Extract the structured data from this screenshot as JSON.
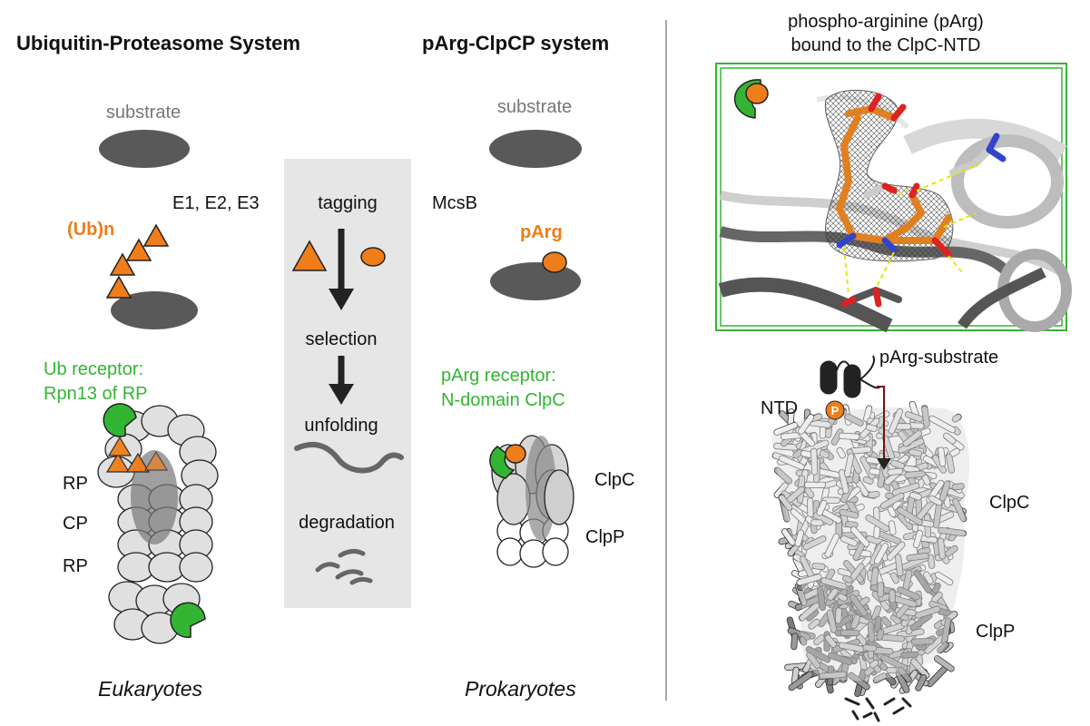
{
  "left": {
    "title_ups": "Ubiquitin-Proteasome System",
    "title_parg": "pArg-ClpCP system",
    "ups": {
      "substrate": "substrate",
      "enzymes": "E1, E2, E3",
      "tag": "(Ub)n",
      "receptor_line1": "Ub receptor:",
      "receptor_line2": "Rpn13 of RP",
      "rp_top": "RP",
      "cp": "CP",
      "rp_bottom": "RP",
      "organism": "Eukaryotes"
    },
    "steps": {
      "tagging": "tagging",
      "selection": "selection",
      "unfolding": "unfolding",
      "degradation": "degradation"
    },
    "parg": {
      "substrate": "substrate",
      "enzyme": "McsB",
      "tag": "pArg",
      "receptor_line1": "pArg receptor:",
      "receptor_line2": "N-domain ClpC",
      "clpc": "ClpC",
      "clpp": "ClpP",
      "organism": "Prokaryotes"
    }
  },
  "right": {
    "title_line1": "phospho-arginine (pArg)",
    "title_line2": "bound to the ClpC-NTD",
    "struct": {
      "parg_substrate": "pArg-substrate",
      "ntd": "NTD",
      "p_badge": "P",
      "clpc": "ClpC",
      "clpp": "ClpP"
    }
  },
  "colors": {
    "orange": "#ee7d1a",
    "green": "#33b533",
    "dark_gray": "#595959",
    "light_gray": "#e0e0e0",
    "panel_gray": "#e6e6e6"
  }
}
